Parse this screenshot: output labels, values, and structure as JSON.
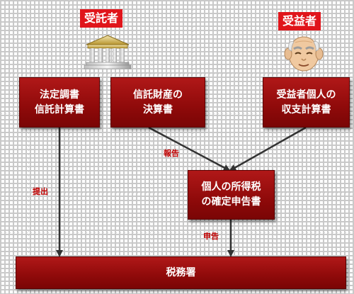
{
  "roles": {
    "trustee": "受託者",
    "beneficiary": "受益者"
  },
  "boxes": {
    "legal_docs": [
      "法定調書",
      "信託計算書"
    ],
    "trust_settlement": [
      "信託財産の",
      "決算書"
    ],
    "beneficiary_statement": [
      "受益者個人の",
      "収支計算書"
    ],
    "tax_return": [
      "個人の所得税",
      "の確定申告書"
    ],
    "tax_office": "税務署"
  },
  "edges": {
    "report": "報告",
    "submit": "提出",
    "declare": "申告"
  },
  "icons": {
    "trustee": "bank-building-icon",
    "beneficiary": "elderly-person-icon"
  },
  "colors": {
    "box": "#8f0a0a",
    "label": "#e0151b",
    "edge_text": "#c00000"
  }
}
